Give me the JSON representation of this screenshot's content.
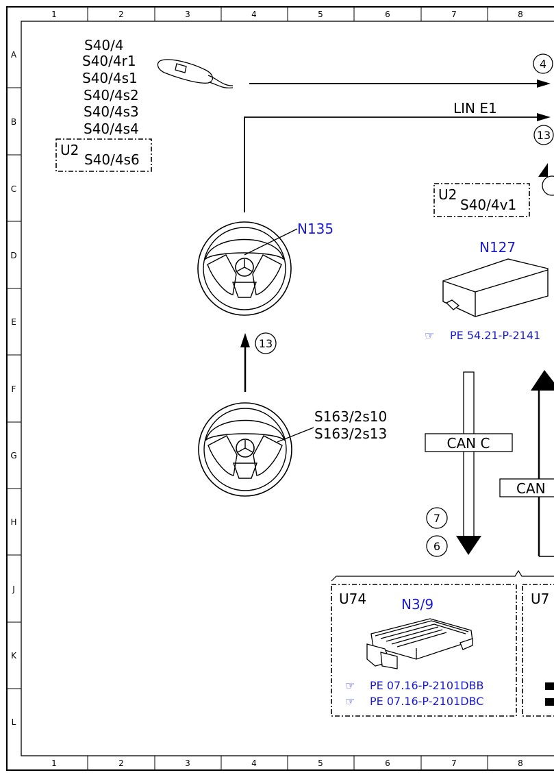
{
  "grid": {
    "columns": [
      "1",
      "2",
      "3",
      "4",
      "5",
      "6",
      "7",
      "8"
    ],
    "rows": [
      "A",
      "B",
      "C",
      "D",
      "E",
      "F",
      "G",
      "H",
      "J",
      "K",
      "L"
    ]
  },
  "switch_labels": [
    "S40/4",
    "S40/4r1",
    "S40/4s1",
    "S40/4s2",
    "S40/4s3",
    "S40/4s4"
  ],
  "u2_box_1": {
    "code": "U2",
    "label": "S40/4s6"
  },
  "u2_box_2": {
    "code": "U2",
    "label": "S40/4v1"
  },
  "lin_label": "LIN E1",
  "circle_nums": {
    "a": "4",
    "b": "13",
    "c": "13",
    "d": "7",
    "e": "6"
  },
  "n135_label": "N135",
  "n127": {
    "label": "N127",
    "ref": "PE 54.21-P-2141"
  },
  "s163_labels": [
    "S163/2s10",
    "S163/2s13"
  ],
  "can_c_label": "CAN C",
  "can_partial_label": "CAN",
  "u74": {
    "code": "U74",
    "module": "N3/9",
    "refs": [
      "PE 07.16-P-2101DBB",
      "PE 07.16-P-2101DBC"
    ]
  },
  "u7_partial": "U7"
}
